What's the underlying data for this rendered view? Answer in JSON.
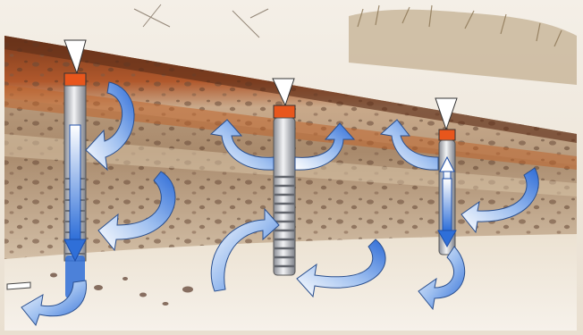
{
  "diagram": {
    "wells": [
      {
        "id": "well-1",
        "flow": "down",
        "cap_color": "#e8561c"
      },
      {
        "id": "well-2",
        "flow": "outward",
        "cap_color": "#e8561c"
      },
      {
        "id": "well-3",
        "flow": "up-and-down",
        "cap_color": "#e8561c"
      }
    ],
    "colors": {
      "arrow_blue": "#2f6fd8",
      "arrow_light": "#ffffff",
      "pipe_gray": "#b9bcc4",
      "sand": "#e6dccb",
      "ochre_band": "#a4431c"
    },
    "icons": [
      "curved-arrow-icon",
      "down-arrow-icon",
      "up-arrow-icon",
      "funnel-cone-icon"
    ]
  }
}
